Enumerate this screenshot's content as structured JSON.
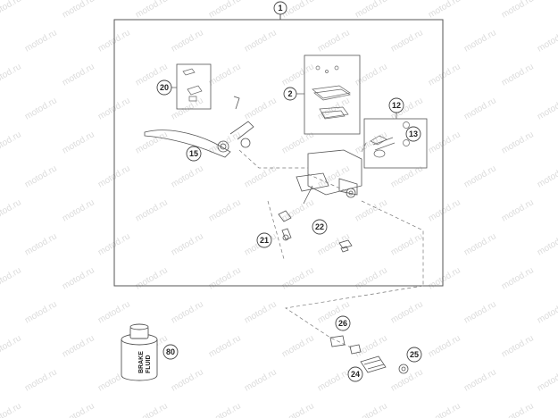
{
  "diagram": {
    "watermark_text": "motod.ru",
    "callouts": [
      {
        "id": "c1",
        "label": "1"
      },
      {
        "id": "c2",
        "label": "2"
      },
      {
        "id": "c12",
        "label": "12"
      },
      {
        "id": "c13",
        "label": "13"
      },
      {
        "id": "c15",
        "label": "15"
      },
      {
        "id": "c20",
        "label": "20"
      },
      {
        "id": "c21",
        "label": "21"
      },
      {
        "id": "c22",
        "label": "22"
      },
      {
        "id": "c24",
        "label": "24"
      },
      {
        "id": "c25",
        "label": "25"
      },
      {
        "id": "c26",
        "label": "26"
      },
      {
        "id": "c80",
        "label": "80"
      }
    ],
    "bottle_label_line1": "BRAKE",
    "bottle_label_line2": "FLUID"
  }
}
